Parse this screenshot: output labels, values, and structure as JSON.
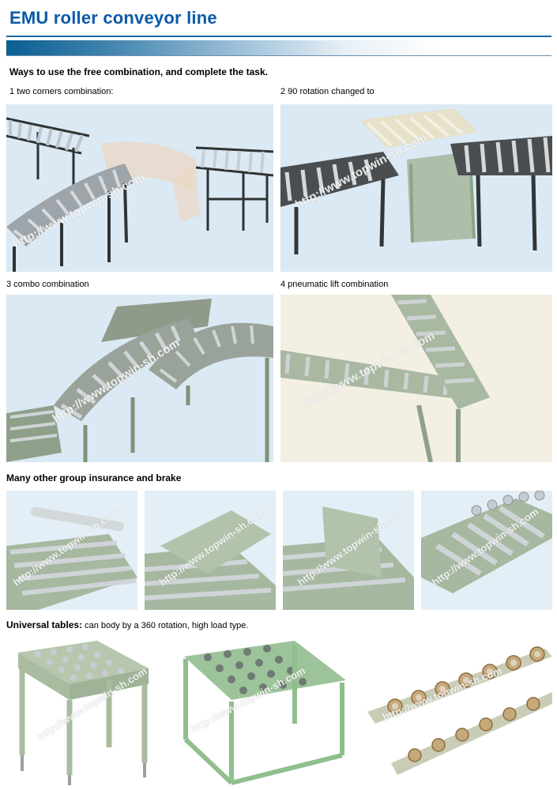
{
  "page": {
    "title": "EMU roller conveyor line",
    "intro": "Ways to use the free combination, and complete the task.",
    "section_brake": "Many other group insurance and brake",
    "universal_label": "Universal tables:",
    "universal_text": " can body by a 360 rotation, high load type."
  },
  "captions": {
    "c1": "1 two corners combination:",
    "c2": "2 90 rotation changed to",
    "c3": "3 combo combination",
    "c4": "4 pneumatic lift combination"
  },
  "watermark": "http://www.topwin-sh.com",
  "colors": {
    "title": "#0a5aa8",
    "band_dark": "#0b5f92",
    "photo_bg_blue": "#dbe9f5",
    "frame_dark": "#3a3d3d",
    "frame_green": "#a8c0a0",
    "roller": "#c9ced2"
  }
}
